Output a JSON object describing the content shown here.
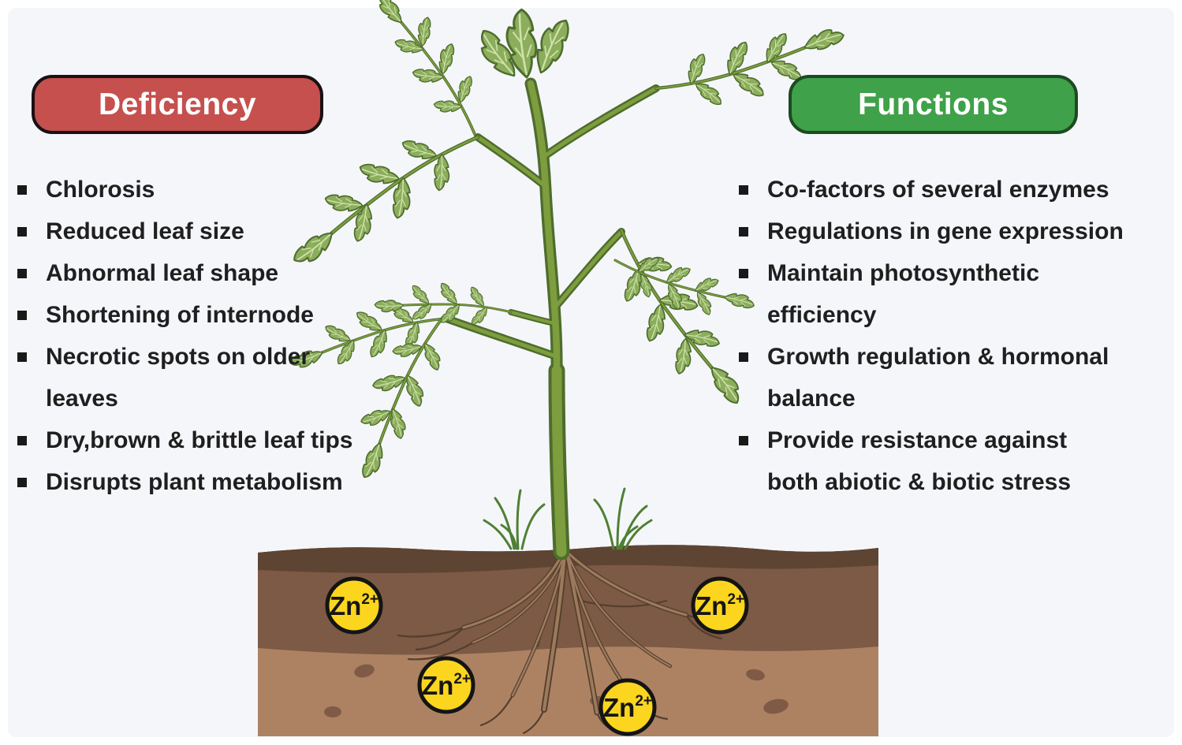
{
  "panels": {
    "deficiency": {
      "title": "Deficiency",
      "header_bg": "#c5504e",
      "header_border": "#191113",
      "items": [
        "Chlorosis",
        "Reduced leaf size",
        "Abnormal leaf shape",
        "Shortening of internode",
        "Necrotic spots on older\nleaves",
        "Dry,brown & brittle leaf tips",
        "Disrupts plant metabolism"
      ]
    },
    "functions": {
      "title": "Functions",
      "header_bg": "#3fa149",
      "header_border": "#1d4a22",
      "items": [
        "Co-factors of several enzymes",
        "Regulations in gene expression",
        "Maintain photosynthetic\nefficiency",
        "Growth regulation & hormonal\nbalance",
        "Provide resistance against\nboth abiotic & biotic stress"
      ]
    }
  },
  "illustration": {
    "ion_label": {
      "base": "Zn",
      "charge": "2+"
    },
    "ion_count": 4,
    "colors": {
      "background": "#f5f6fa",
      "ion_fill": "#fcd51f",
      "ion_border": "#141414",
      "leaf": "#8bad5c",
      "leaf_vein": "#cfe2a9",
      "leaf_outline": "#4d6d2d",
      "stem": "#7d9d3e",
      "grass": "#4e8034",
      "soil_top": "#5e4433",
      "soil_mid": "#7d5a45",
      "soil_light": "#ad8263",
      "root_light": "#9c7a5c",
      "root_dark": "#553f2e"
    }
  }
}
